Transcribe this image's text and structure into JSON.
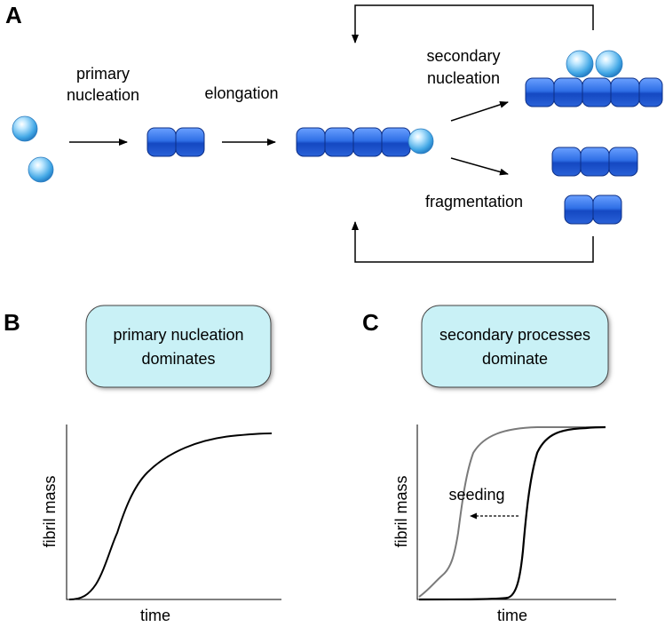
{
  "panel_a": {
    "letter": "A",
    "label_primary_nucleation_line1": "primary",
    "label_primary_nucleation_line2": "nucleation",
    "label_elongation": "elongation",
    "label_secondary_nucleation_line1": "secondary",
    "label_secondary_nucleation_line2": "nucleation",
    "label_fragmentation": "fragmentation"
  },
  "panel_b": {
    "letter": "B",
    "box_line1": "primary nucleation",
    "box_line2": "dominates",
    "ylabel": "fibril mass",
    "xlabel": "time"
  },
  "panel_c": {
    "letter": "C",
    "box_line1": "secondary processes",
    "box_line2": "dominate",
    "ylabel": "fibril mass",
    "xlabel": "time",
    "annotation": "seeding"
  },
  "colors": {
    "monomer": "#4fb3ea",
    "fibril_unit": "#1e5fd6",
    "box_fill": "#c9f1f6",
    "curve_black": "#000000",
    "curve_gray": "#7a7a7a"
  }
}
